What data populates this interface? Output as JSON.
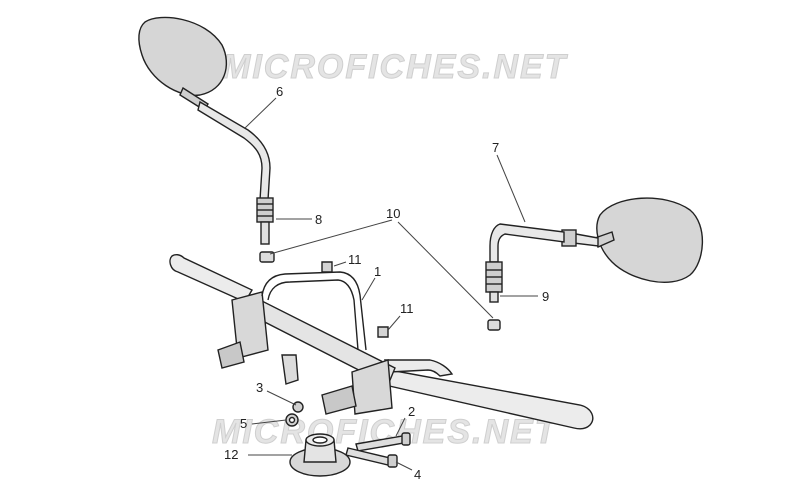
{
  "watermark": "MICROFICHES.NET",
  "callouts": [
    {
      "id": "1",
      "text": "1"
    },
    {
      "id": "2",
      "text": "2"
    },
    {
      "id": "3",
      "text": "3"
    },
    {
      "id": "4",
      "text": "4"
    },
    {
      "id": "5",
      "text": "5"
    },
    {
      "id": "6",
      "text": "6"
    },
    {
      "id": "7",
      "text": "7"
    },
    {
      "id": "8",
      "text": "8"
    },
    {
      "id": "9",
      "text": "9"
    },
    {
      "id": "10",
      "text": "10"
    },
    {
      "id": "11a",
      "text": "11"
    },
    {
      "id": "11b",
      "text": "11"
    },
    {
      "id": "12",
      "text": "12"
    }
  ],
  "colors": {
    "part_fill": "#d8d8d8",
    "line": "#222222",
    "watermark": "#e4e4e4"
  }
}
